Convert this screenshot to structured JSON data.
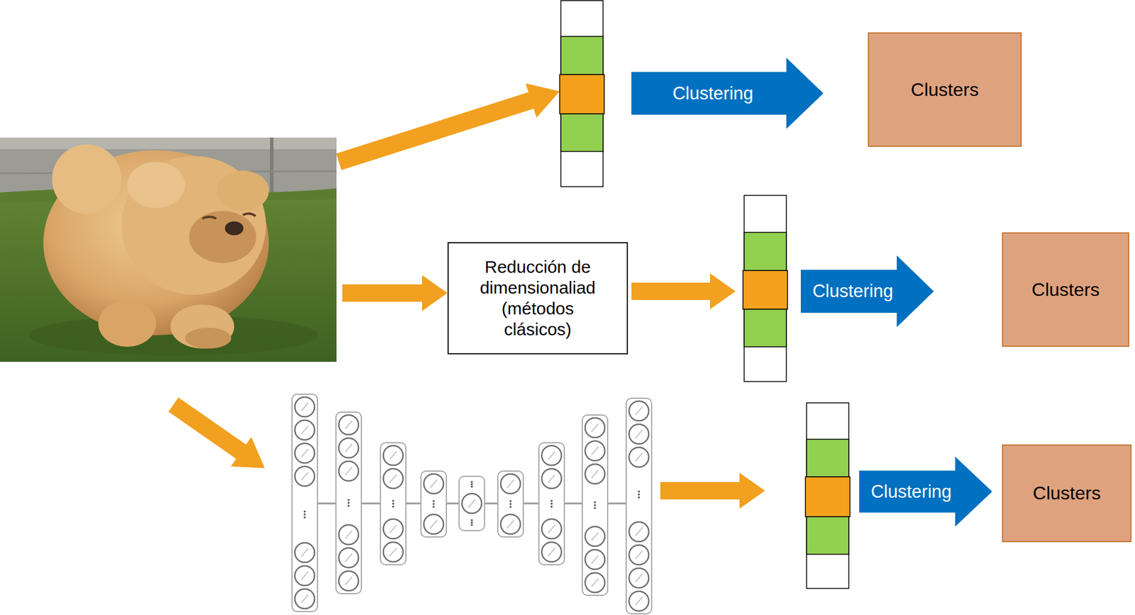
{
  "diagram": {
    "nodes": [
      {
        "text": [
          "Clustering"
        ]
      },
      {
        "text": [
          "Clusters"
        ]
      },
      {
        "text": [
          "Reducción de dimensionaliad (métodos clásicos)"
        ]
      },
      {
        "text": [
          "Clustering"
        ]
      },
      {
        "text": [
          "Clusters"
        ]
      },
      {
        "text": [
          "Clustering"
        ]
      },
      {
        "text": [
          "Clusters"
        ]
      }
    ]
  }
}
